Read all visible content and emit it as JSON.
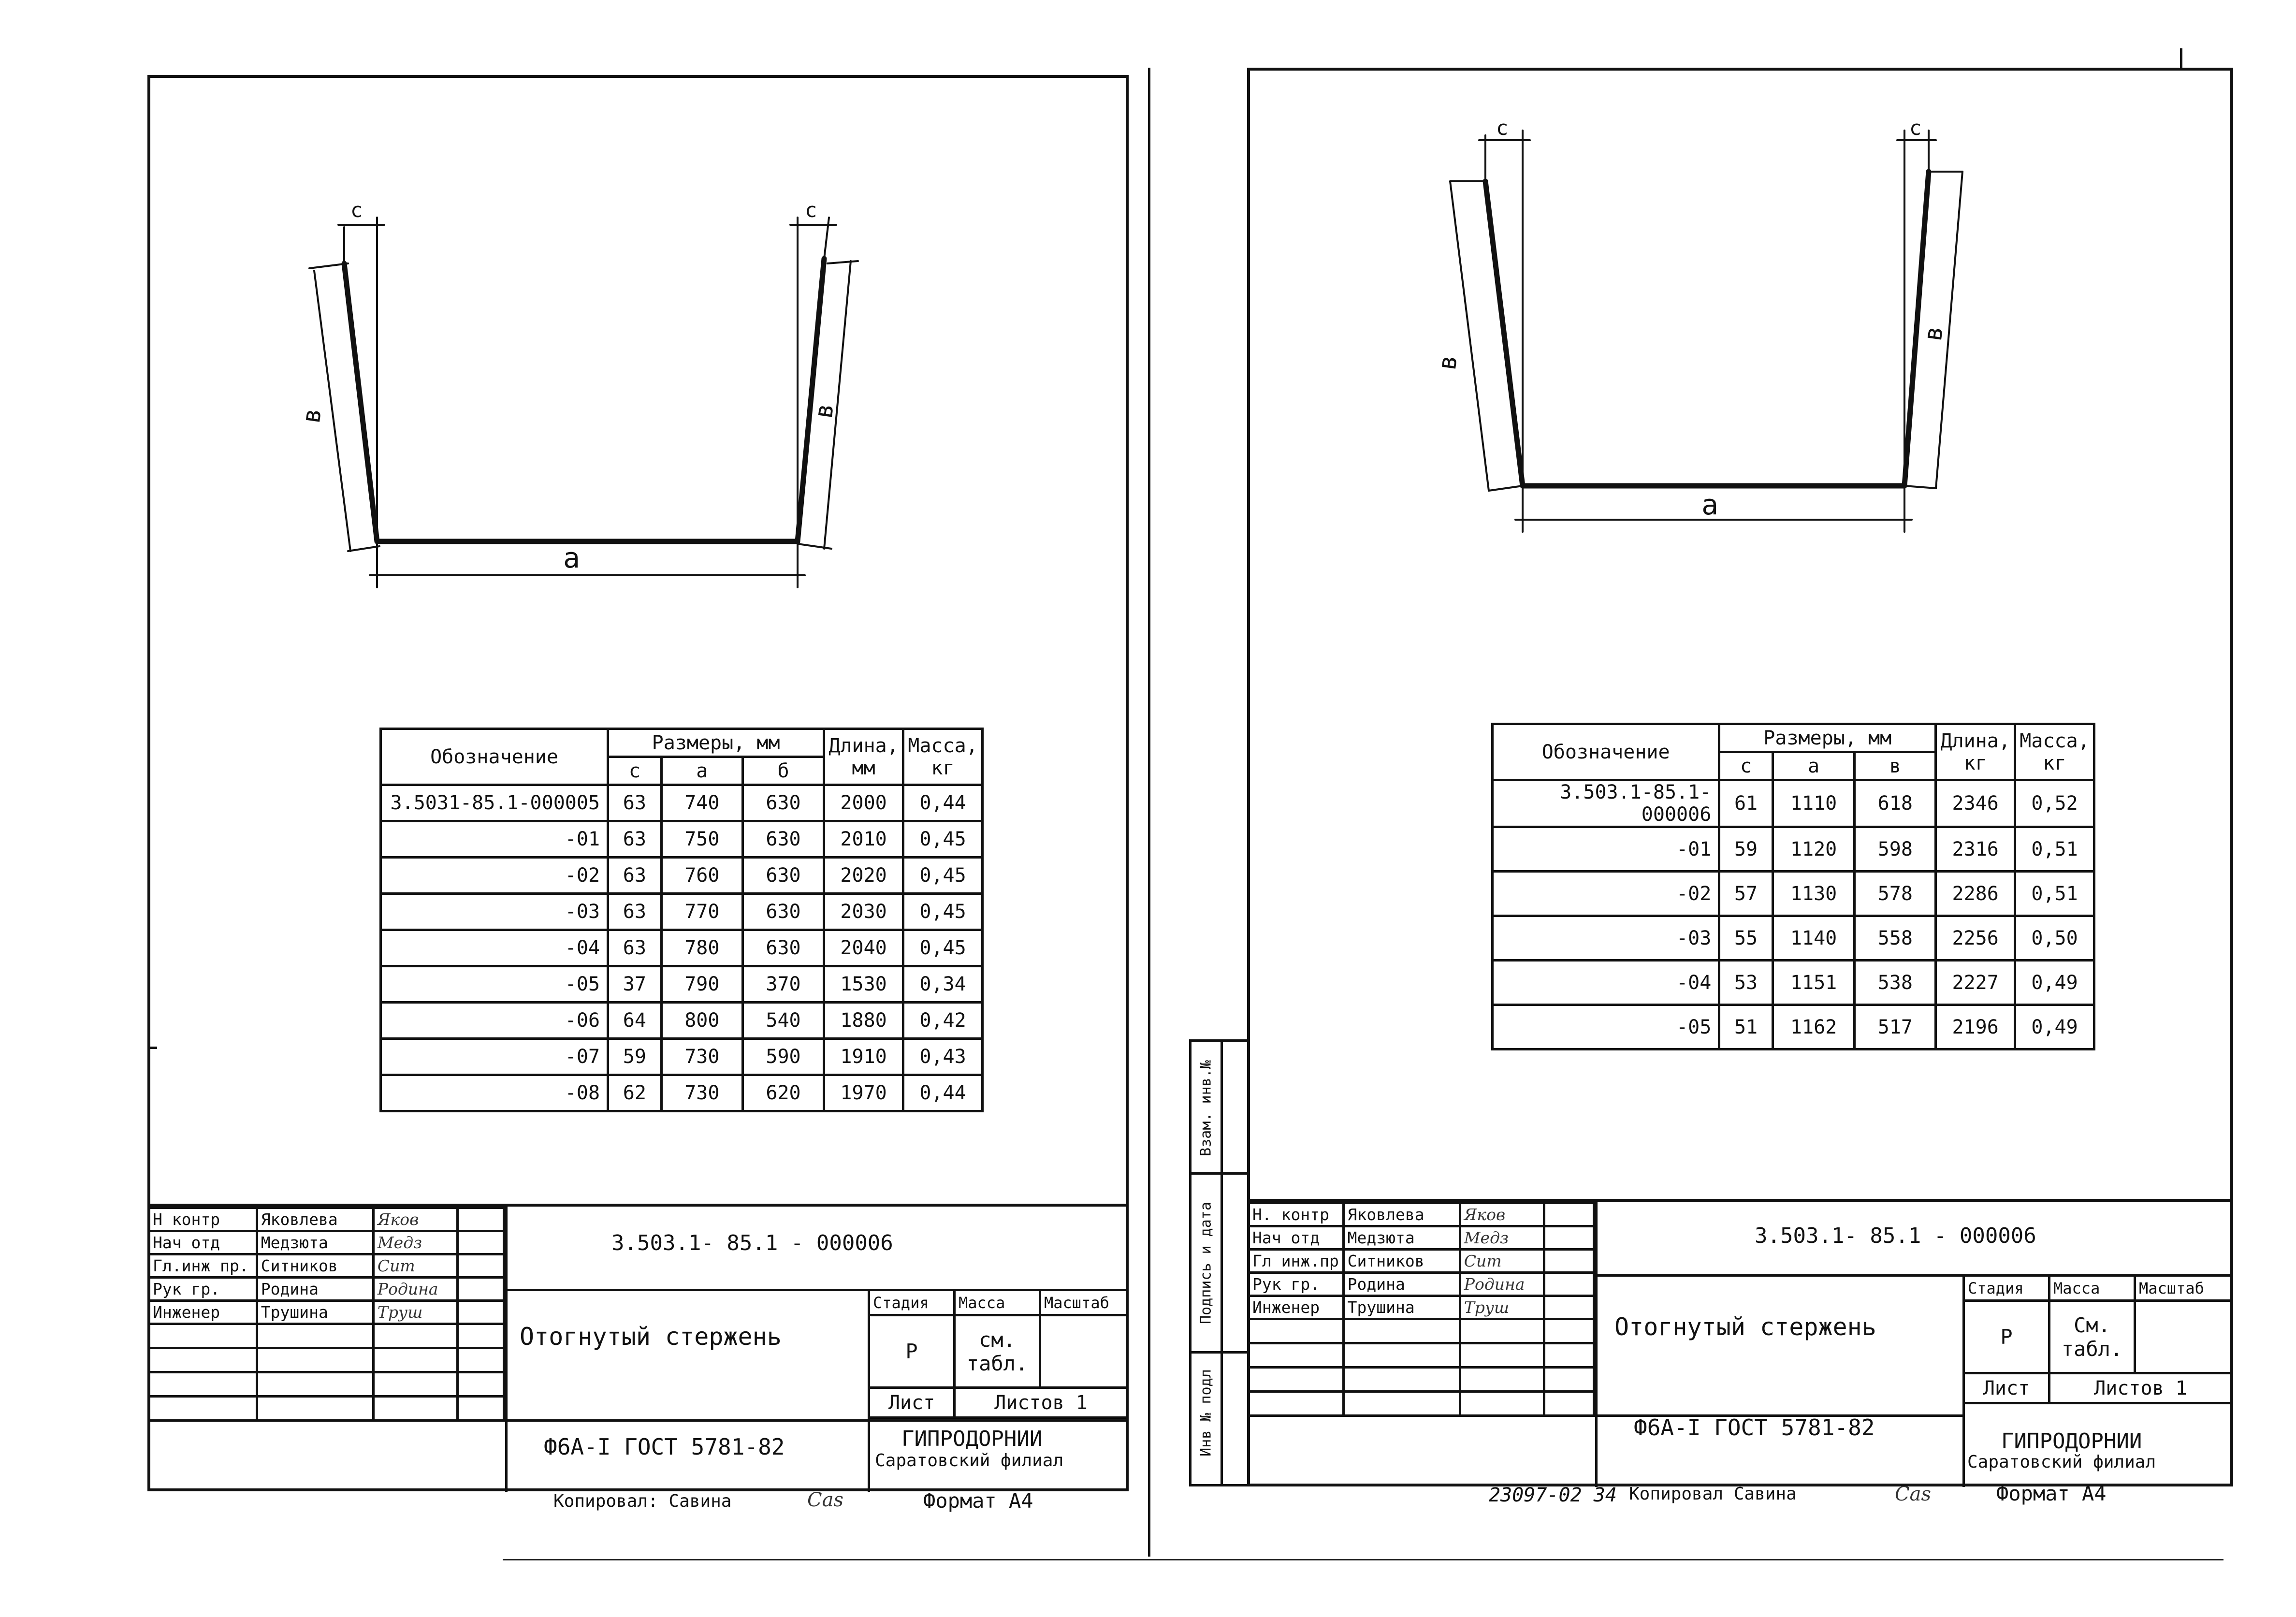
{
  "left_sheet": {
    "dims": {
      "c1": "с",
      "c2": "с",
      "b1": "в",
      "b2": "в",
      "a": "а"
    },
    "spec": {
      "h_designation": "Обозначение",
      "h_sizes": "Размеры, мм",
      "h_length": "Длина, мм",
      "h_mass": "Масса, кг",
      "h_c": "с",
      "h_a": "а",
      "h_b": "б",
      "rows": [
        [
          "3.5031-85.1-000005",
          "63",
          "740",
          "630",
          "2000",
          "0,44"
        ],
        [
          "-01",
          "63",
          "750",
          "630",
          "2010",
          "0,45"
        ],
        [
          "-02",
          "63",
          "760",
          "630",
          "2020",
          "0,45"
        ],
        [
          "-03",
          "63",
          "770",
          "630",
          "2030",
          "0,45"
        ],
        [
          "-04",
          "63",
          "780",
          "630",
          "2040",
          "0,45"
        ],
        [
          "-05",
          "37",
          "790",
          "370",
          "1530",
          "0,34"
        ],
        [
          "-06",
          "64",
          "800",
          "540",
          "1880",
          "0,42"
        ],
        [
          "-07",
          "59",
          "730",
          "590",
          "1910",
          "0,43"
        ],
        [
          "-08",
          "62",
          "730",
          "620",
          "1970",
          "0,44"
        ]
      ]
    },
    "title_block": {
      "roles": [
        "Н контр",
        "Нач отд",
        "Гл.инж пр.",
        "Рук гр.",
        "Инженер"
      ],
      "names": [
        "Яковлева",
        "Медзюта",
        "Ситников",
        "Родина",
        "Трушина"
      ],
      "signatures": [
        "Яков",
        "Медз",
        "Сит",
        "Родина",
        "Труш"
      ],
      "doc_number": "3.503.1- 85.1 - 000006",
      "title": "Отогнутый стержень",
      "stage_label": "Стадия",
      "mass_label": "Масса",
      "scale_label": "Масштаб",
      "stage": "Р",
      "mass_value": "см. табл.",
      "sheet_label": "Лист",
      "sheets_label": "Листов 1",
      "material": "Ф6А-I ГОСТ 5781-82",
      "org1": "ГИПРОДОРНИИ",
      "org2": "Саратовский филиал"
    },
    "footer_copied": "Копировал: Савина",
    "footer_copied_sig": "Cas",
    "footer_format": "Формат А4"
  },
  "right_sheet": {
    "dims": {
      "c1": "с",
      "c2": "с",
      "b1": "в",
      "b2": "в",
      "a": "а"
    },
    "side_labels": [
      "Инв № подл",
      "Подпись и дата",
      "Взам. инв.№"
    ],
    "spec": {
      "h_designation": "Обозначение",
      "h_sizes": "Размеры, мм",
      "h_length": "Длина, кг",
      "h_mass": "Масса, кг",
      "h_c": "с",
      "h_a": "а",
      "h_b": "в",
      "rows": [
        [
          "3.503.1-85.1- 000006",
          "61",
          "1110",
          "618",
          "2346",
          "0,52"
        ],
        [
          "-01",
          "59",
          "1120",
          "598",
          "2316",
          "0,51"
        ],
        [
          "-02",
          "57",
          "1130",
          "578",
          "2286",
          "0,51"
        ],
        [
          "-03",
          "55",
          "1140",
          "558",
          "2256",
          "0,50"
        ],
        [
          "-04",
          "53",
          "1151",
          "538",
          "2227",
          "0,49"
        ],
        [
          "-05",
          "51",
          "1162",
          "517",
          "2196",
          "0,49"
        ]
      ]
    },
    "title_block": {
      "roles": [
        "Н. контр",
        "Нач отд",
        "Гл инж.пр",
        "Рук гр.",
        "Инженер"
      ],
      "names": [
        "Яковлева",
        "Медзюта",
        "Ситников",
        "Родина",
        "Трушина"
      ],
      "signatures": [
        "Яков",
        "Медз",
        "Сит",
        "Родина",
        "Труш"
      ],
      "doc_number": "3.503.1- 85.1 - 000006",
      "title": "Отогнутый стержень",
      "stage_label": "Стадия",
      "mass_label": "Масса",
      "scale_label": "Масштаб",
      "stage": "Р",
      "mass_value": "См. табл.",
      "sheet_label": "Лист",
      "sheets_label": "Листов 1",
      "material": "Ф6А-I ГОСТ 5781-82",
      "org1": "ГИПРОДОРНИИ",
      "org2": "Саратовский филиал"
    },
    "footer_archive": "23097-02 34",
    "footer_copied": "Копировал Савина",
    "footer_copied_sig": "Cas",
    "footer_format": "Формат А4"
  }
}
